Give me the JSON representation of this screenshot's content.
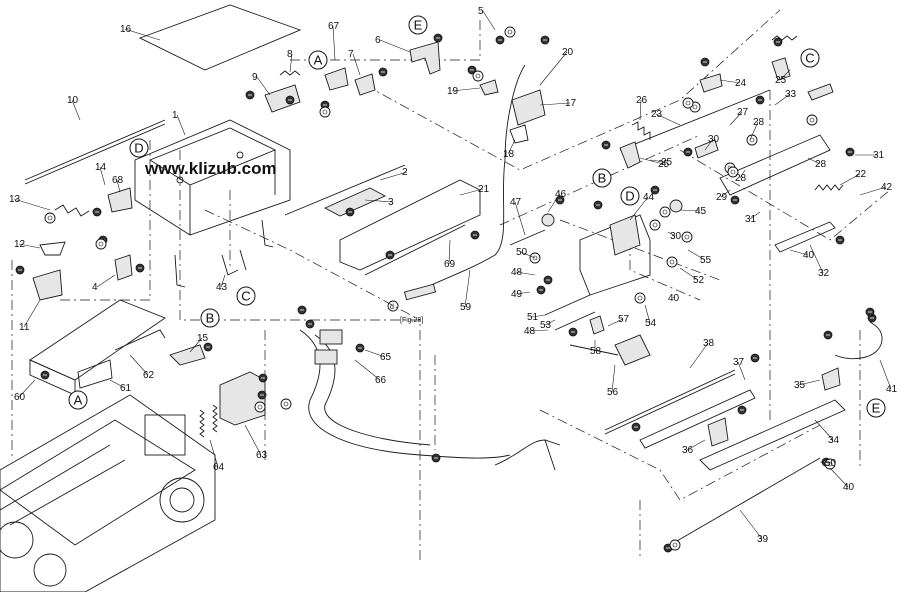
{
  "watermark": "www.klizub.com",
  "figure_ref": "[Fig.28]",
  "small_ref_letter": "d",
  "circle_letters": [
    "A",
    "B",
    "C",
    "D",
    "E"
  ],
  "part_numbers": [
    "1",
    "2",
    "3",
    "4",
    "5",
    "6",
    "7",
    "8",
    "9",
    "10",
    "11",
    "12",
    "13",
    "14",
    "15",
    "16",
    "17",
    "18",
    "19",
    "20",
    "21",
    "22",
    "23",
    "24",
    "25",
    "26",
    "27",
    "28",
    "29",
    "30",
    "31",
    "32",
    "33",
    "34",
    "35",
    "36",
    "37",
    "38",
    "39",
    "40",
    "41",
    "42",
    "43",
    "44",
    "45",
    "46",
    "47",
    "48",
    "49",
    "50",
    "51",
    "52",
    "53",
    "54",
    "55",
    "56",
    "57",
    "58",
    "59",
    "60",
    "61",
    "62",
    "63",
    "64",
    "65",
    "66",
    "67",
    "68",
    "69"
  ]
}
